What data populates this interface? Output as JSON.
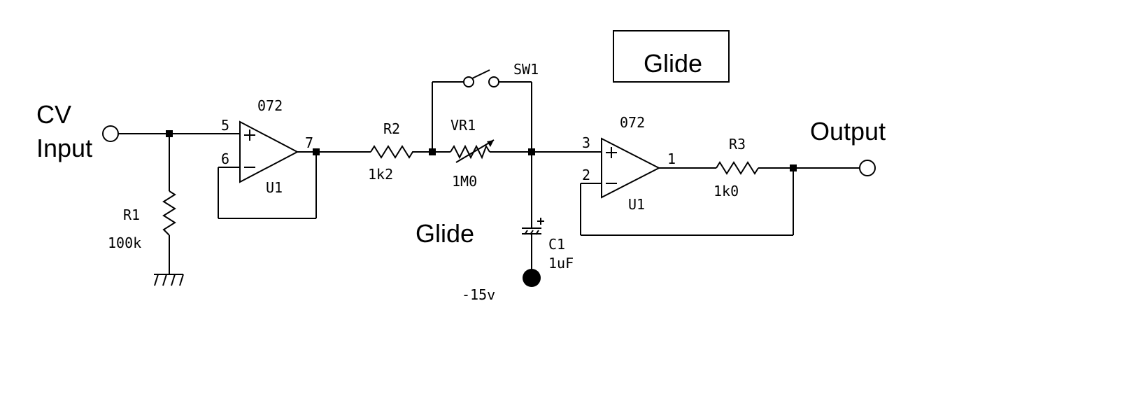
{
  "title_box": "Glide",
  "input": {
    "label_line1": "CV",
    "label_line2": "Input"
  },
  "output": {
    "label": "Output"
  },
  "glide_label": "Glide",
  "supply": "-15v",
  "opamps": [
    {
      "part": "072",
      "ref": "U1",
      "pin_plus": "5",
      "pin_minus": "6",
      "pin_out": "7"
    },
    {
      "part": "072",
      "ref": "U1",
      "pin_plus": "3",
      "pin_minus": "2",
      "pin_out": "1"
    }
  ],
  "components": {
    "r1": {
      "ref": "R1",
      "value": "100k"
    },
    "r2": {
      "ref": "R2",
      "value": "1k2"
    },
    "vr1": {
      "ref": "VR1",
      "value": "1M0"
    },
    "sw1": {
      "ref": "SW1"
    },
    "c1": {
      "ref": "C1",
      "value": "1uF"
    },
    "r3": {
      "ref": "R3",
      "value": "1k0"
    }
  }
}
